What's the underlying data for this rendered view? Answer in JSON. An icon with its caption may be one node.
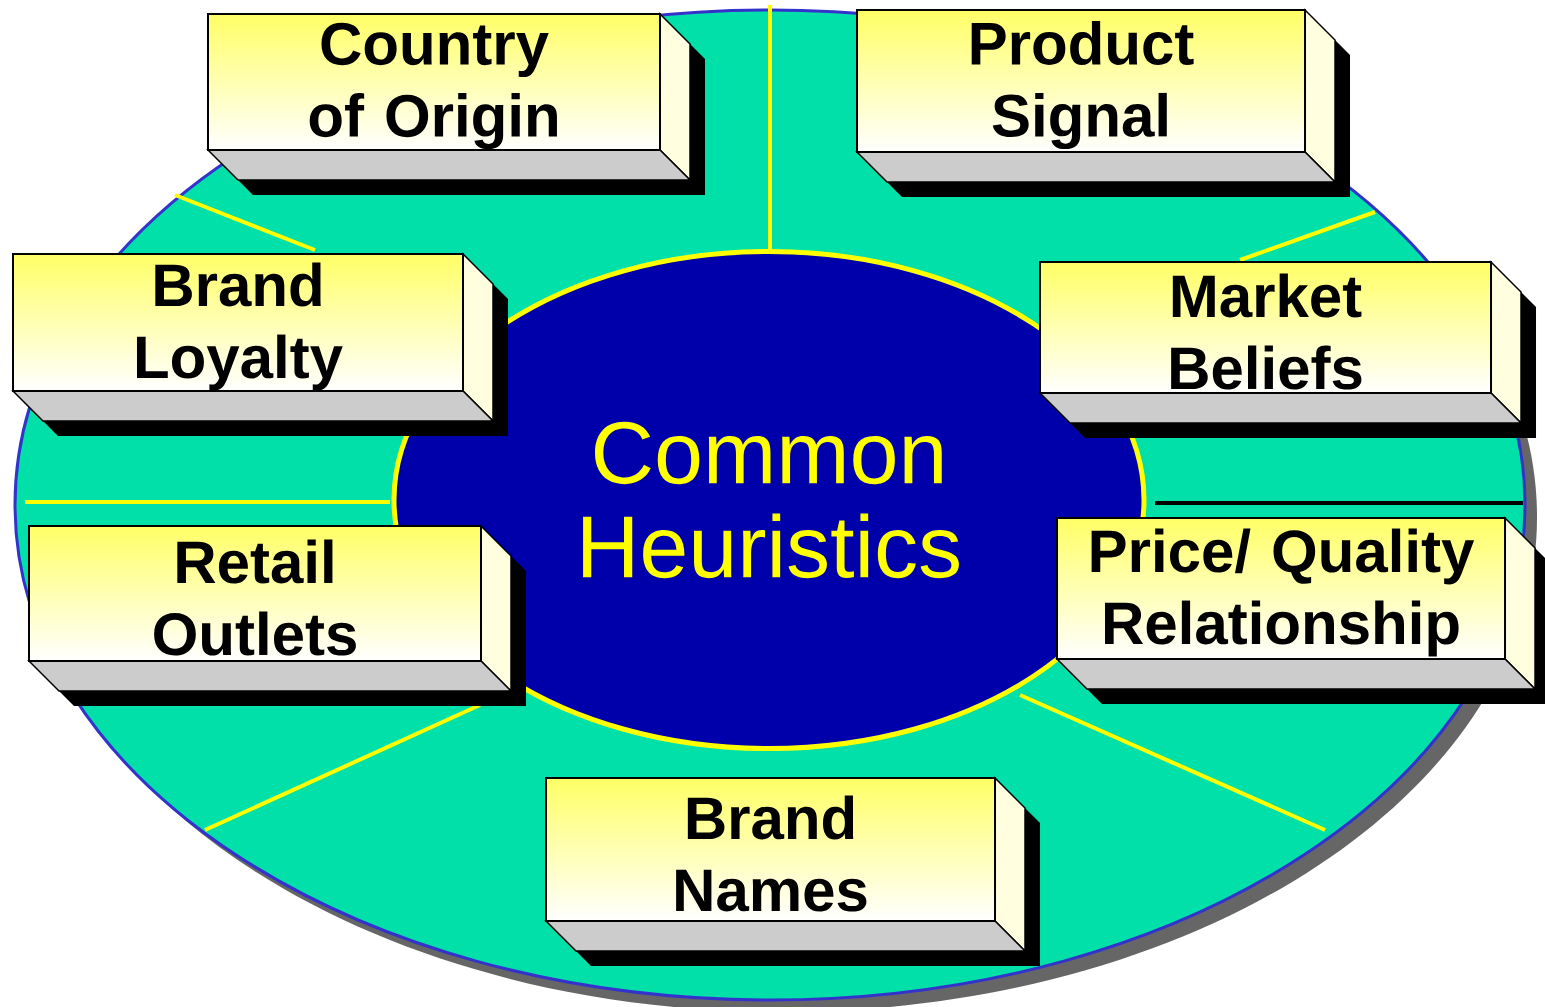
{
  "diagram": {
    "nodes": [
      {
        "text": [
          "Common Heuristics"
        ]
      },
      {
        "text": [
          "Country of Origin"
        ]
      },
      {
        "text": [
          "Product Signal"
        ]
      },
      {
        "text": [
          "Brand Loyalty"
        ]
      },
      {
        "text": [
          "Market Beliefs"
        ]
      },
      {
        "text": [
          "Retail Outlets"
        ]
      },
      {
        "text": [
          "Price/ Quality Relationship"
        ]
      },
      {
        "text": [
          "Brand Names"
        ]
      }
    ]
  }
}
